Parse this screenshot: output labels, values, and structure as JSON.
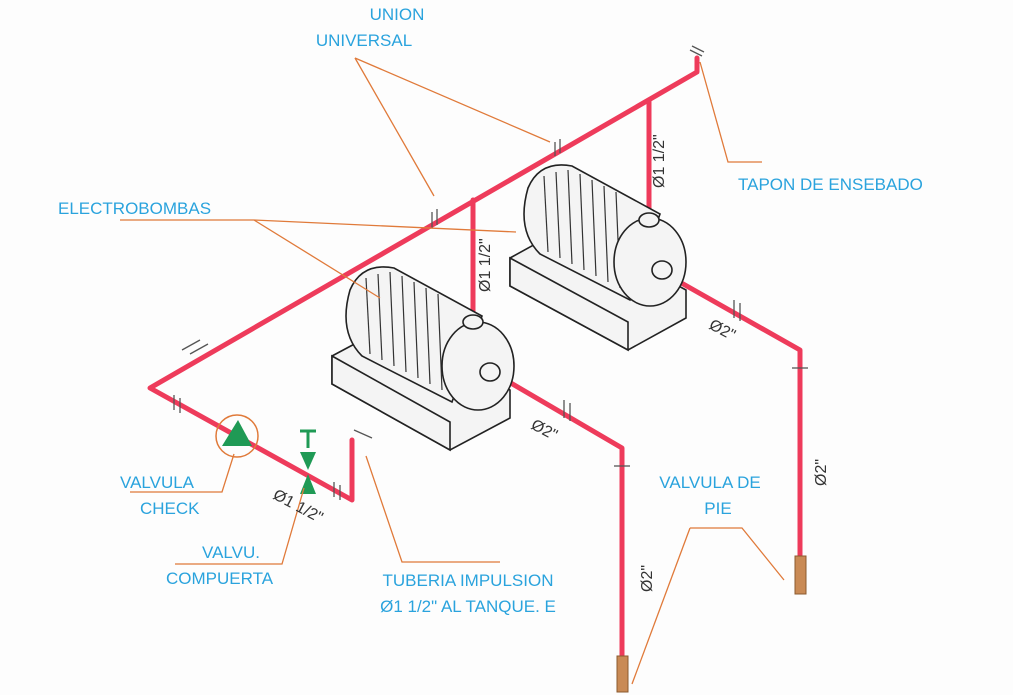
{
  "labels": {
    "union_universal_line1": "UNION",
    "union_universal_line2": "UNIVERSAL",
    "tapon": "TAPON DE ENSEBADO",
    "electrobombas": "ELECTROBOMBAS",
    "valvula_check_line1": "VALVULA",
    "valvula_check_line2": "CHECK",
    "valvu_compuerta_line1": "VALVU.",
    "valvu_compuerta_line2": "COMPUERTA",
    "tuberia_line1": "TUBERIA IMPULSION",
    "tuberia_line2": "Ø1 1/2\" AL TANQUE. E",
    "valvula_pie_line1": "VALVULA DE",
    "valvula_pie_line2": "PIE"
  },
  "dimensions": {
    "d_riser_right": "Ø1 1/2\"",
    "d_riser_left": "Ø1 1/2\"",
    "d_suction_right": "Ø2\"",
    "d_suction_left": "Ø2\"",
    "d_vertical_right": "Ø2\"",
    "d_vertical_left": "Ø2\"",
    "d_discharge": "Ø1 1/2\""
  },
  "colors": {
    "pipe": "#ee3b5b",
    "label": "#2aa3dd",
    "leader": "#e07a3a",
    "valve": "#1f9a55",
    "foot_valve": "#c98a55"
  }
}
